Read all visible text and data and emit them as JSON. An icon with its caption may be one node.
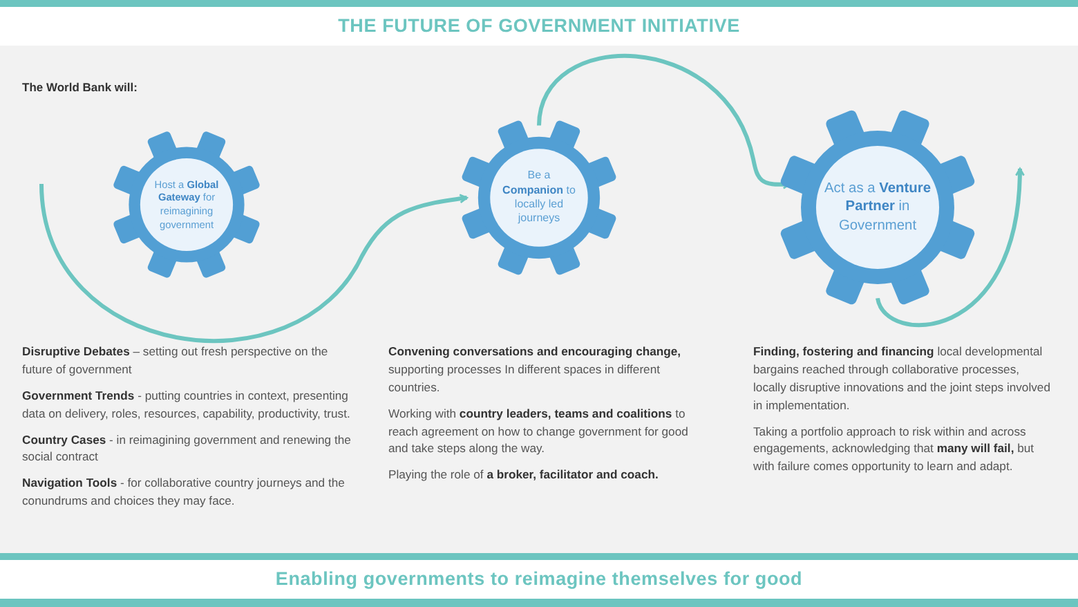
{
  "diagram": {
    "title": "THE FUTURE OF GOVERNMENT INITIATIVE",
    "caption": "Enabling governments to reimagine themselves for good",
    "nodes": [
      {
        "text": [
          "Host a **Global Gateway** for reimagining government"
        ],
        "beside": [
          "**Disruptive Debates** – setting out fresh perspective on the future of government",
          "**Government Trends** - putting countries in context, presenting data on delivery, roles, resources, capability, productivity, trust.",
          "**Country Cases** - in reimagining government and renewing the social contract",
          "**Navigation Tools** - for collaborative country journeys and the conundrums and choices they may face."
        ]
      },
      {
        "text": [
          "Be a **Companion** to locally led journeys"
        ],
        "beside": [
          "**Convening conversations and encouraging change,** supporting processes In different spaces in different countries.",
          "Working with **country leaders, teams and coalitions** to reach agreement on how to change government for good and take steps along the way.",
          "Playing the role of **a broker, facilitator and coach.**"
        ]
      },
      {
        "text": [
          "Act as a **Venture Partner** in Government"
        ],
        "beside": [
          "**Finding, fostering and financing** local developmental bargains reached through collaborative processes, locally disruptive innovations and the joint steps involved in implementation.",
          "Taking a portfolio approach to risk within and across engagements, acknowledging that **many will fail,** but with failure comes opportunity to learn and adapt."
        ]
      }
    ],
    "edges": [
      {
        "from": null,
        "to": 1,
        "arrow": "to"
      },
      {
        "from": 1,
        "to": 2,
        "arrow": "to"
      },
      {
        "from": 2,
        "to": null,
        "arrow": "to"
      }
    ],
    "labels": [
      "The World Bank will:"
    ]
  }
}
